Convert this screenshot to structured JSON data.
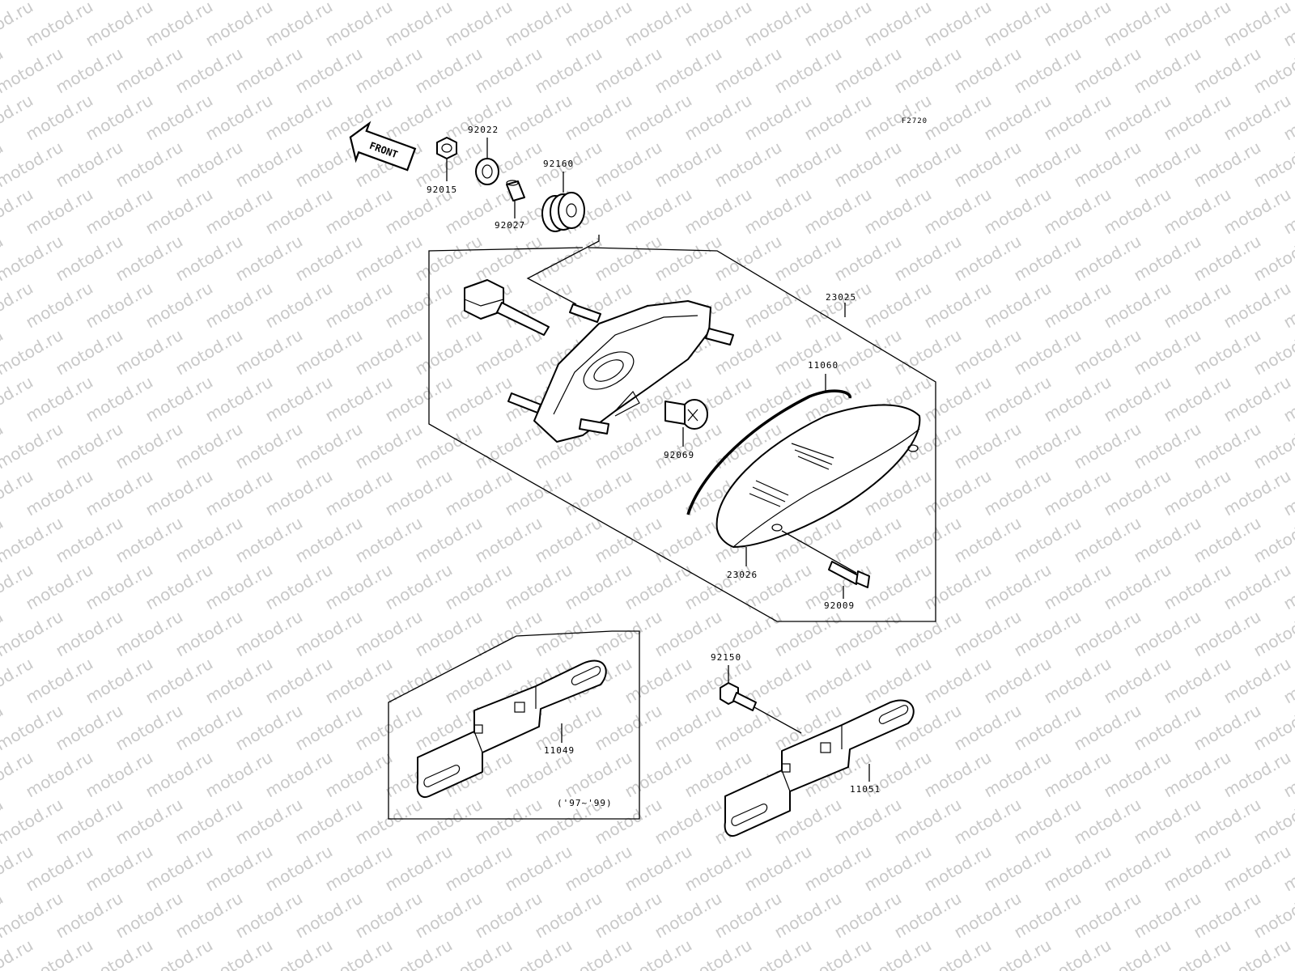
{
  "diagram": {
    "figure_code": "F2720",
    "watermark": "motod.ru",
    "front_label": "FRONT",
    "year_note": "('97~'99)",
    "part_numbers": {
      "nut": "92015",
      "washer": "92022",
      "collar": "92027",
      "grommet": "92160",
      "tail_lamp_assy": "23025",
      "gasket": "11060",
      "bulb": "92069",
      "lens": "23026",
      "screw": "92009",
      "bracket_early": "11049",
      "bolt": "92150",
      "bracket": "11051"
    }
  }
}
